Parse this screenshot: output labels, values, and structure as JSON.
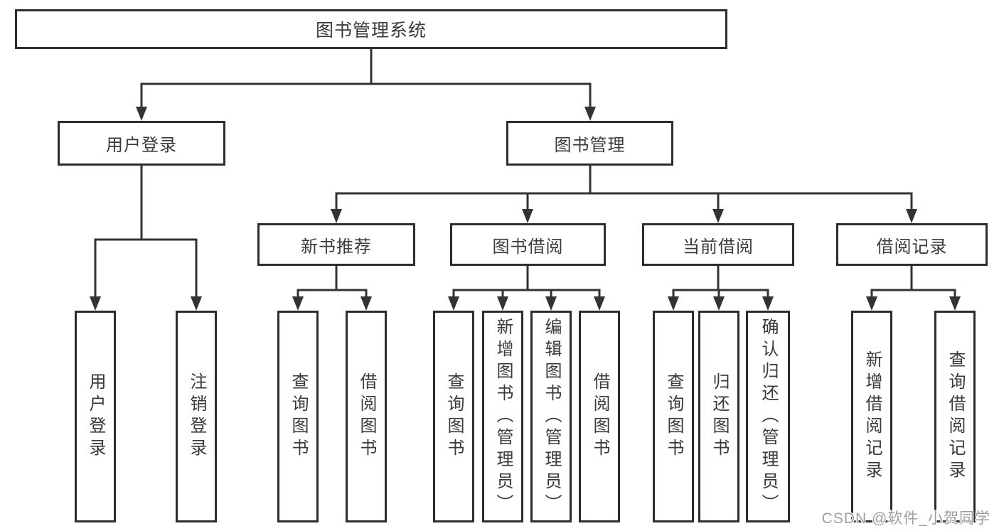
{
  "page": {
    "background": "#ffffff"
  },
  "colors": {
    "line": "#333333",
    "box_border": "#2d2d2d",
    "text": "#3a3a3a",
    "watermark": "#9e9e9e"
  },
  "nodes": {
    "root": {
      "label": "图书管理系统"
    },
    "l2": [
      {
        "label": "用户登录"
      },
      {
        "label": "图书管理"
      }
    ],
    "l3": [
      {
        "label": "新书推荐"
      },
      {
        "label": "图书借阅"
      },
      {
        "label": "当前借阅"
      },
      {
        "label": "借阅记录"
      }
    ],
    "l4": {
      "user_login": [
        {
          "label": "用户登录"
        },
        {
          "label": "注销登录"
        }
      ],
      "new_book": [
        {
          "label": "查询图书"
        },
        {
          "label": "借阅图书"
        }
      ],
      "book_borrow": [
        {
          "label": "查询图书"
        },
        {
          "label": "新增图书（管理员）"
        },
        {
          "label": "编辑图书（管理员）"
        },
        {
          "label": "借阅图书"
        }
      ],
      "current_borrow": [
        {
          "label": "查询图书"
        },
        {
          "label": "归还图书"
        },
        {
          "label": "确认归还（管理员）"
        }
      ],
      "borrow_records": [
        {
          "label": "新增借阅记录"
        },
        {
          "label": "查询借阅记录"
        }
      ]
    }
  },
  "watermark": {
    "text": "CSDN @软件_小贺同学"
  }
}
